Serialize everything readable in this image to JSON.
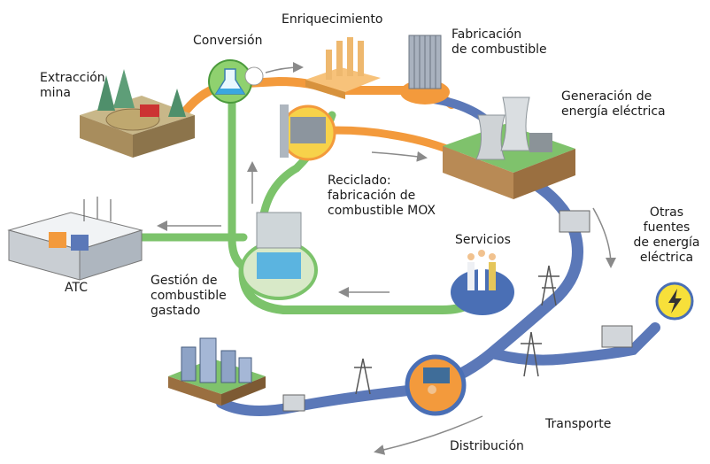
{
  "labels": {
    "enriquecimiento": "Enriquecimiento",
    "conversion": "Conversión",
    "fabricacion": "Fabricación\nde combustible",
    "extraccion": "Extracción\nmina",
    "generacion": "Generación de\nenergía eléctrica",
    "reciclado": "Reciclado:\nfabricación de\ncombustible MOX",
    "servicios": "Servicios",
    "otras_fuentes": "Otras\nfuentes\nde energía\neléctrica",
    "atc": "ATC",
    "gestion": "Gestión de\ncombustible\ngastado",
    "transporte": "Transporte",
    "distribucion": "Distribución"
  },
  "colors": {
    "orange_path": "#f39a3c",
    "green_path": "#7cc36b",
    "blue_path": "#5b78b8",
    "yellow_node": "#f7e03a",
    "arrow_gray": "#8a8a8a"
  },
  "icons": [
    "mine-icon",
    "chemistry-flask-icon",
    "enrichment-plant-icon",
    "fuel-rods-icon",
    "power-plant-icon",
    "recycling-plant-icon",
    "workers-icon",
    "lightning-bolt-icon",
    "storage-pool-icon",
    "atc-warehouse-icon",
    "power-tower-icon",
    "transformer-icon",
    "city-icon",
    "control-room-icon"
  ]
}
